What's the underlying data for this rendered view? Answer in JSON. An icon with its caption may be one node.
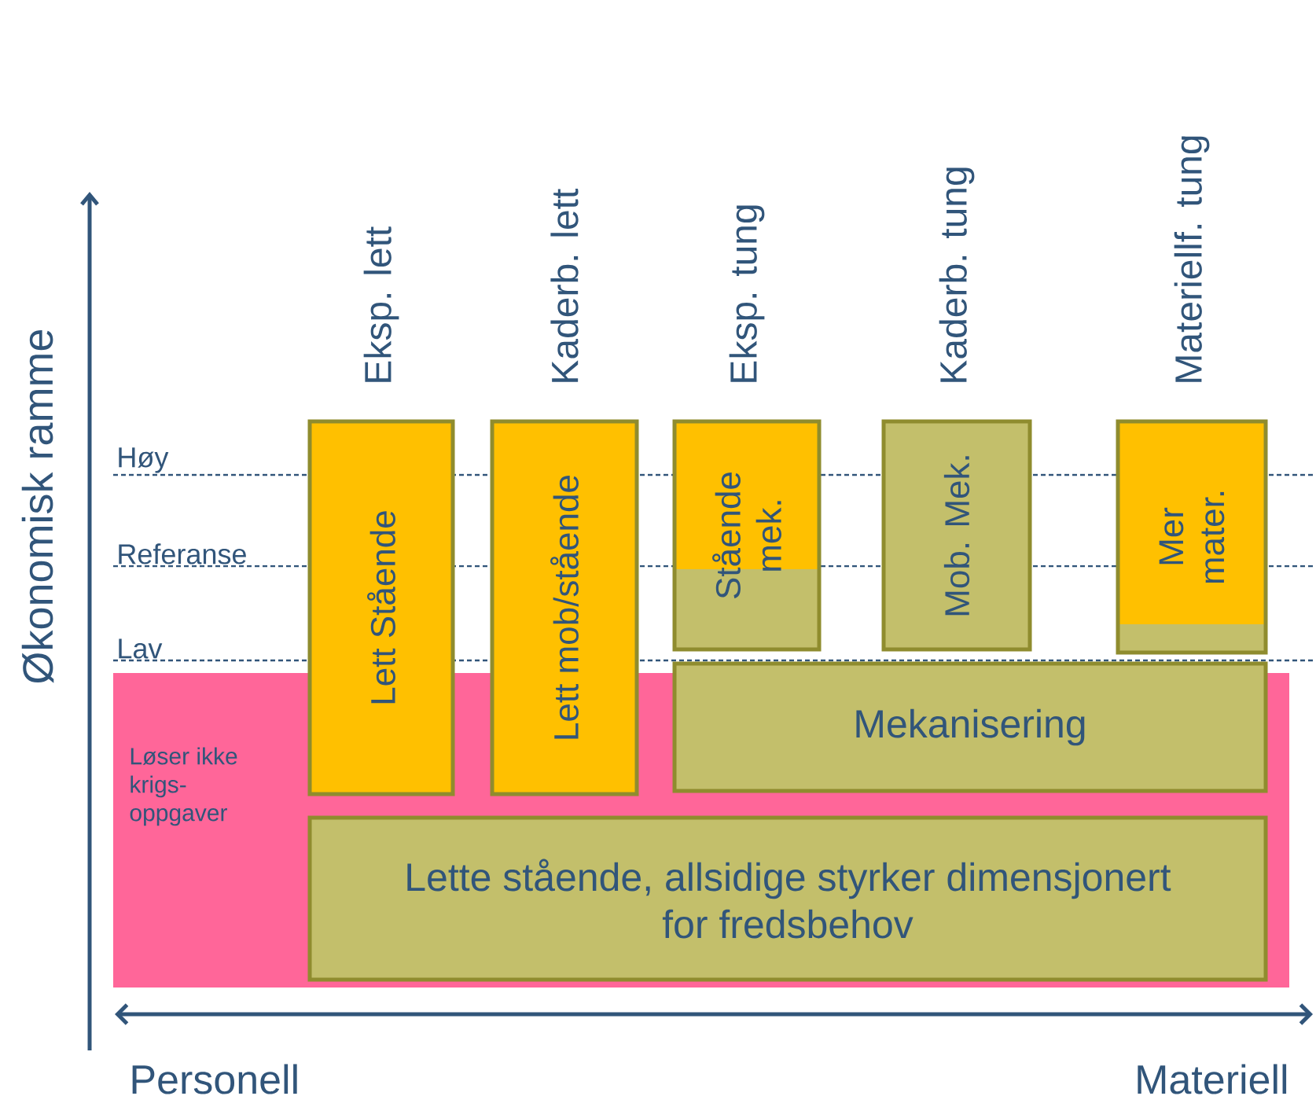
{
  "diagram": {
    "nodes": [
      {
        "text": [
          "Løser ikke krigs-oppgaver"
        ]
      },
      {
        "text": [
          "Lett Stående"
        ],
        "beside": [
          "Eksp. lett"
        ]
      },
      {
        "text": [
          "Lett mob/stående"
        ],
        "beside": [
          "Kaderb. lett"
        ]
      },
      {
        "text": [
          "Stående mek."
        ],
        "beside": [
          "Eksp. tung"
        ]
      },
      {
        "text": [
          "Mob. Mek."
        ],
        "beside": [
          "Kaderb. tung"
        ]
      },
      {
        "text": [
          "Mer mater."
        ],
        "beside": [
          "Materiellf. tung"
        ]
      },
      {
        "text": [
          "Mekanisering"
        ]
      },
      {
        "text": [
          "Lette stående, allsidige styrker dimensjonert for fredsbehov"
        ],
        "in": 0
      }
    ],
    "labels": [
      "Økonomisk ramme",
      "Høy",
      "Referanse",
      "Lav",
      "Personell",
      "Materiell"
    ]
  }
}
